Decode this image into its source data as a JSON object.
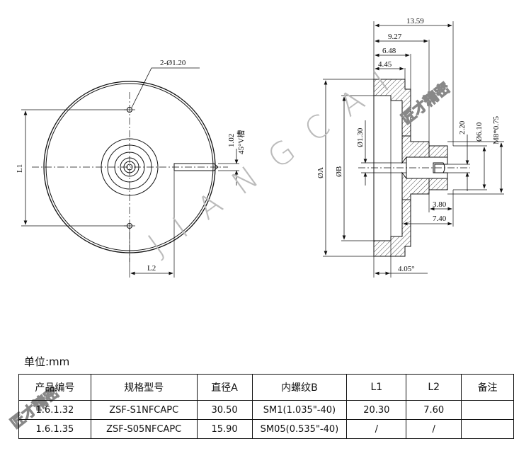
{
  "drawing": {
    "callouts": {
      "holes": "2-Ø1.20",
      "slot_width": "1.02",
      "slot_note": "45°V槽",
      "l1": "L1",
      "l2": "L2",
      "dia_a": "ØA",
      "dia_b": "ØB",
      "pin": "Ø1.30"
    },
    "side_dims": {
      "d1": "13.59",
      "d2": "9.27",
      "d3": "6.48",
      "d4": "4.45",
      "d5": "2.20",
      "d6": "Ø6.10",
      "d7": "M8*0.75",
      "d8": "3.80",
      "d9": "7.40",
      "d10": "4.05°"
    }
  },
  "watermark": {
    "brand": "JIANGCAI",
    "stamp": "匠才精密"
  },
  "table": {
    "unit_label": "单位:mm",
    "headers": [
      "产品编号",
      "规格型号",
      "直径A",
      "内螺纹B",
      "L1",
      "L2",
      "备注"
    ],
    "rows": [
      [
        "1.6.1.32",
        "ZSF-S1NFCAPC",
        "30.50",
        "SM1(1.035\"-40)",
        "20.30",
        "7.60",
        ""
      ],
      [
        "1.6.1.35",
        "ZSF-S05NFCAPC",
        "15.90",
        "SM05(0.535\"-40)",
        "/",
        "/",
        ""
      ]
    ]
  }
}
